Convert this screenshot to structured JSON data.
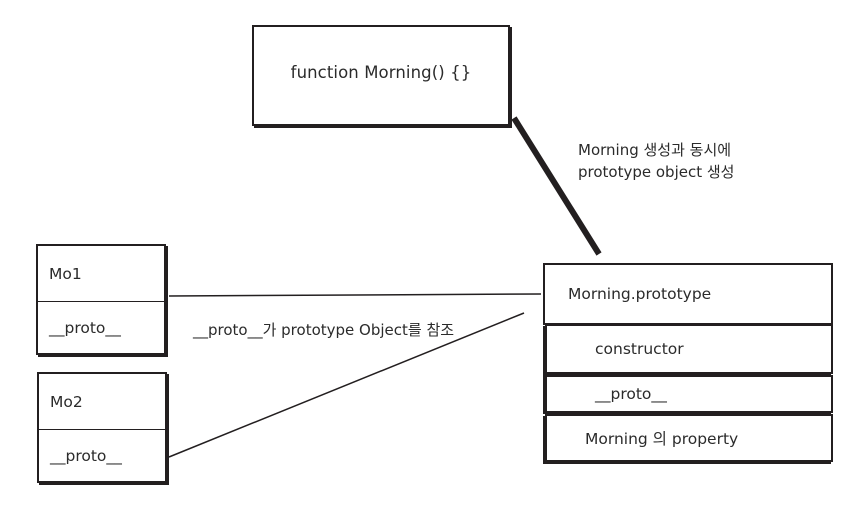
{
  "diagram": {
    "title_node": {
      "label": "function Morning() {}"
    },
    "instances": [
      {
        "name": "Mo1",
        "proto_slot": "__proto__"
      },
      {
        "name": "Mo2",
        "proto_slot": "__proto__"
      }
    ],
    "prototype_object": {
      "rows": [
        {
          "label": "Morning.prototype"
        },
        {
          "label": "constructor"
        },
        {
          "label": "__proto__"
        },
        {
          "label": "Morning 의 property"
        }
      ]
    },
    "annotations": {
      "creation_line1": "Morning 생성과 동시에",
      "creation_line2": "prototype object  생성",
      "reference": "__proto__가 prototype Object를 참조"
    },
    "colors": {
      "stroke": "#231f20",
      "text": "#2b2b2b",
      "background": "#ffffff",
      "thin_line": "#231f20"
    }
  }
}
